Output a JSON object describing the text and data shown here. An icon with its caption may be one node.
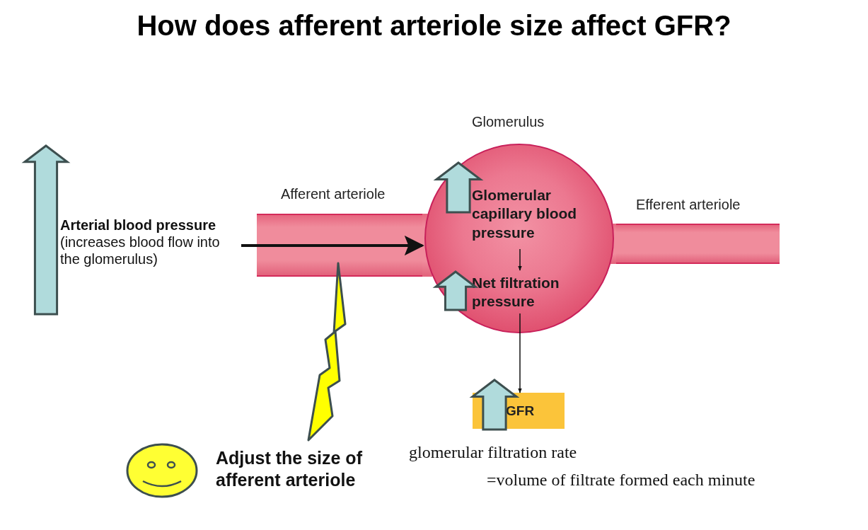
{
  "diagram": {
    "title": "How does afferent arteriole size affect GFR?",
    "nodes": [
      {
        "text": [
          "Arterial blood pressure",
          "(increases blood flow into the glomerulus)"
        ]
      },
      {
        "text": [
          "Glomerulus"
        ]
      },
      {
        "text": [
          "Glomerular capillary blood pressure"
        ],
        "in": 1
      },
      {
        "text": [
          "Net filtration pressure"
        ],
        "in": 1
      },
      {
        "text": [
          "GFR"
        ]
      },
      {
        "text": [],
        "shape": "lightning"
      },
      {
        "text": [],
        "shape": "bar",
        "beside": [
          "Efferent arteriole"
        ]
      }
    ],
    "edges": [
      {
        "from": 0,
        "to": 1,
        "arrow": "to",
        "style": "thick"
      },
      {
        "from": 2,
        "to": 3,
        "arrow": "to"
      },
      {
        "from": 3,
        "to": 4,
        "arrow": "to"
      }
    ],
    "labels": [
      "Afferent arteriole",
      "Adjust the size of afferent arteriole",
      "glomerular filtration rate",
      "=volume of filtrate formed each minute"
    ]
  }
}
